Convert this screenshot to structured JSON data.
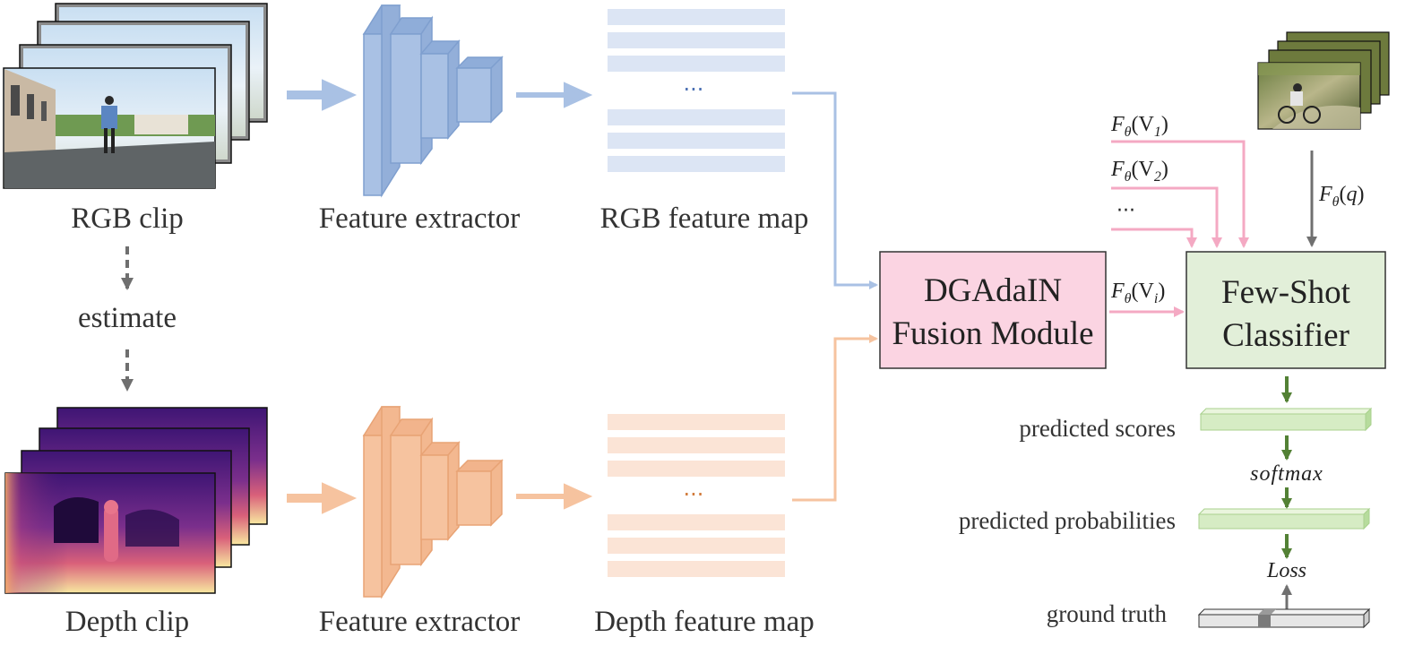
{
  "labels": {
    "rgb_clip": "RGB clip",
    "estimate": "estimate",
    "depth_clip": "Depth clip",
    "feature_extractor_rgb": "Feature extractor",
    "feature_extractor_depth": "Feature extractor",
    "rgb_feature_map": "RGB feature map",
    "depth_feature_map": "Depth feature map",
    "ellipsis_rgb": "···",
    "ellipsis_depth": "···",
    "ellipsis_support": "···"
  },
  "fusion_module": {
    "line1": "DGAdaIN",
    "line2": "Fusion Module"
  },
  "classifier": {
    "line1": "Few-Shot",
    "line2": "Classifier"
  },
  "math": {
    "f_theta": "F",
    "theta": "θ",
    "v1": "V",
    "v1_sub": "1",
    "v2": "V",
    "v2_sub": "2",
    "vi": "V",
    "vi_sub": "i",
    "q": "q"
  },
  "outputs": {
    "predicted_scores": "predicted scores",
    "softmax": "softmax",
    "predicted_probabilities": "predicted probabilities",
    "loss": "Loss",
    "ground_truth": "ground truth"
  },
  "colors": {
    "rgb_blue": "#a9c1e4",
    "rgb_blue_dark": "#7f9fcf",
    "depth_orange": "#f6c39f",
    "depth_orange_dark": "#e8a375",
    "fusion_fill": "#fbd4e2",
    "classifier_fill": "#e2efd9",
    "pink_arrow": "#f4a9c3",
    "green_arrow": "#538135",
    "gray_arrow": "#707070"
  }
}
